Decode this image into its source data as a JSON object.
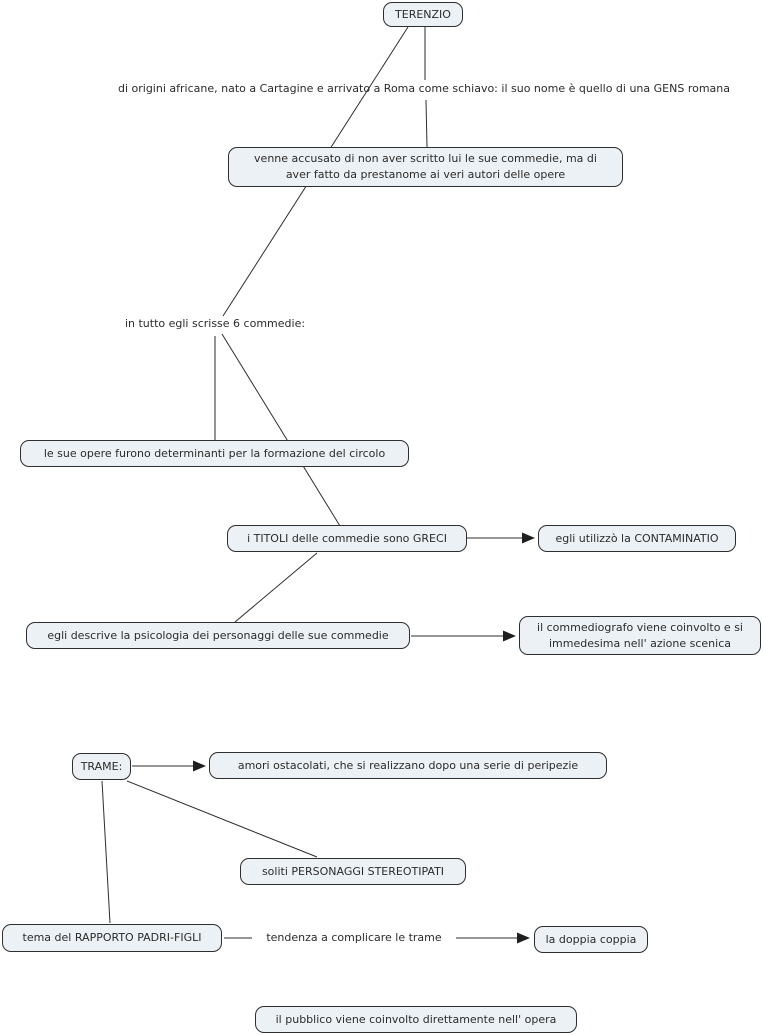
{
  "diagram": {
    "type": "concept-map",
    "topic": "TERENZIO",
    "colors": {
      "background": "#ffffff",
      "node_fill": "#ecf1f5",
      "node_border": "#2e2e2e",
      "text": "#2b2b2b",
      "line": "#2e2e2e",
      "arrowhead": "#1f1f1f"
    }
  },
  "nodes": {
    "terenzio": {
      "label": "TERENZIO"
    },
    "venne_accusato": {
      "lines": [
        "venne accusato di non aver scritto lui le sue commedie, ma di",
        "aver fatto da prestanome ai veri autori delle opere"
      ]
    },
    "opere_circolo": {
      "label": "le sue opere furono determinanti per la formazione del circolo"
    },
    "titoli_greci": {
      "label": "i TITOLI delle commedie sono GRECI"
    },
    "contaminatio": {
      "label": "egli utilizzò la CONTAMINATIO"
    },
    "psicologia": {
      "label": "egli descrive la psicologia dei personaggi delle sue commedie"
    },
    "commediografo": {
      "lines": [
        "il commediografo viene coinvolto e si",
        "immedesima nell' azione scenica"
      ]
    },
    "trame": {
      "label": "TRAME:"
    },
    "amori": {
      "label": "amori ostacolati, che si realizzano dopo una serie di peripezie"
    },
    "personaggi": {
      "label": "soliti PERSONAGGI STEREOTIPATI"
    },
    "padri_figli": {
      "label": "tema del RAPPORTO PADRI-FIGLI"
    },
    "doppia_coppia": {
      "label": "la doppia coppia"
    },
    "pubblico": {
      "label": "il pubblico viene coinvolto direttamente nell' opera"
    }
  },
  "phrases": {
    "origini": {
      "label": "di origini africane, nato a Cartagine e arrivato a Roma come schiavo: il suo nome è quello di una GENS romana"
    },
    "sei_commedie": {
      "label": "in tutto egli scrisse 6 commedie:"
    },
    "tendenza": {
      "label": "tendenza a complicare le trame"
    }
  },
  "edges": [
    {
      "from": "terenzio",
      "via": "origini",
      "to": "venne_accusato",
      "arrow": false
    },
    {
      "from": "terenzio",
      "via": "sei_commedie",
      "to": "opere_circolo",
      "arrow": false
    },
    {
      "from": "sei_commedie",
      "to": "titoli_greci",
      "arrow": false
    },
    {
      "from": "titoli_greci",
      "to": "contaminatio",
      "arrow": true
    },
    {
      "from": "titoli_greci",
      "to": "psicologia",
      "arrow": false
    },
    {
      "from": "psicologia",
      "to": "commediografo",
      "arrow": true
    },
    {
      "from": "trame",
      "to": "amori",
      "arrow": true
    },
    {
      "from": "trame",
      "to": "personaggi",
      "arrow": false
    },
    {
      "from": "trame",
      "to": "padri_figli",
      "arrow": false
    },
    {
      "from": "padri_figli",
      "via": "tendenza",
      "to": "doppia_coppia",
      "arrow": true
    }
  ]
}
